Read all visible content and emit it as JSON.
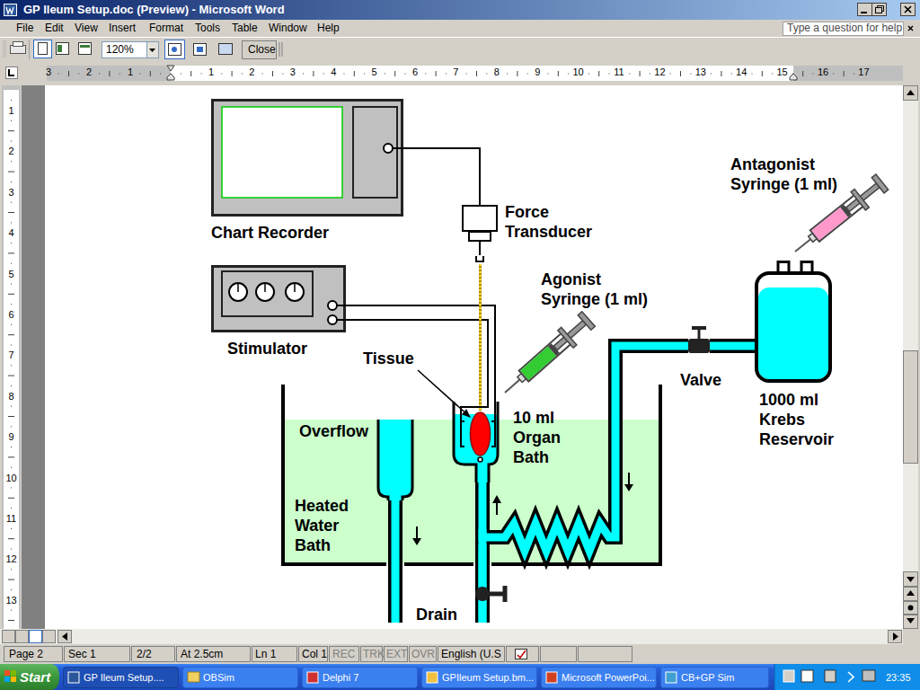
{
  "diagram": {
    "nodes": [
      {
        "text": [
          "Chart Recorder"
        ]
      },
      {
        "text": [
          "Force Transducer"
        ]
      },
      {
        "text": [
          "Antagonist Syringe (1 ml)"
        ]
      },
      {
        "text": [
          "Stimulator"
        ]
      },
      {
        "text": [
          "Agonist Syringe (1 ml)"
        ]
      },
      {
        "text": [
          "Heated Water Bath"
        ]
      },
      {
        "text": [
          "Overflow"
        ],
        "in": 5
      },
      {
        "text": [
          "10 ml Organ Bath"
        ],
        "in": 5
      },
      {
        "text": [
          "Tissue"
        ],
        "in": 7
      },
      {
        "text": [
          "Valve"
        ]
      },
      {
        "text": [
          "1000 ml Krebs Reservoir"
        ]
      }
    ],
    "edges": [
      {
        "from": 0,
        "to": 1,
        "arrow": "none"
      },
      {
        "from": 3,
        "to": 7,
        "arrow": "none"
      },
      {
        "from": 3,
        "to": 7,
        "arrow": "none"
      },
      {
        "from": 1,
        "to": 8,
        "arrow": "none"
      },
      {
        "from": 10,
        "to": 9,
        "arrow": "none"
      },
      {
        "from": 9,
        "to": 7,
        "arrow": "none"
      }
    ],
    "labels": [
      "GP Ileum Setup.doc (Preview) - Microsoft Word",
      "File",
      "Edit",
      "View",
      "Insert",
      "Format",
      "Tools",
      "Table",
      "Window",
      "Help",
      "Type a question for help",
      "120%",
      "Close",
      "3",
      "2",
      "1",
      "1",
      "2",
      "3",
      "4",
      "5",
      "6",
      "7",
      "8",
      "9",
      "10",
      "11",
      "12",
      "13",
      "14",
      "15",
      "16",
      "17",
      "1",
      "2",
      "3",
      "4",
      "5",
      "6",
      "7",
      "8",
      "9",
      "10",
      "11",
      "12",
      "13",
      "Drain",
      "Page 2",
      "Sec 1",
      "2/2",
      "At 2.5cm",
      "Ln 1",
      "Col 1",
      "REC",
      "TRK",
      "EXT",
      "OVR",
      "English (U.S",
      "Start",
      "GP Ileum Setup....",
      "OBSim",
      "Delphi 7",
      "GPIleum Setup.bm...",
      "Microsoft PowerPoi...",
      "CB+GP Sim",
      "23:35"
    ]
  }
}
